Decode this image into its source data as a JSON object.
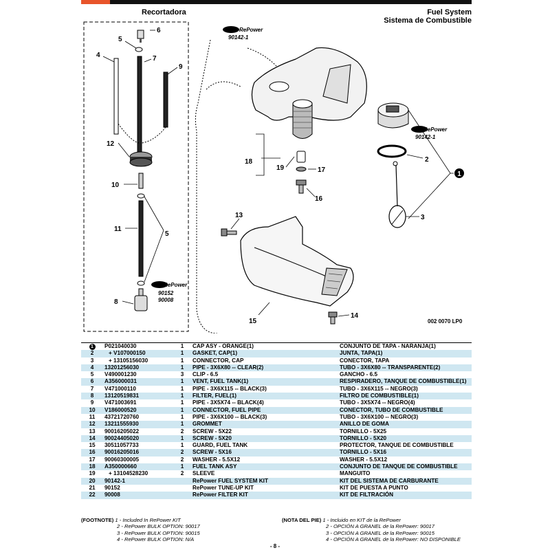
{
  "header": {
    "left_title": "Recortadora",
    "right_title_1": "Fuel System",
    "right_title_2": "Sistema de Combustible"
  },
  "diagram": {
    "callouts": [
      "6",
      "5",
      "7",
      "4",
      "9",
      "12",
      "10",
      "11",
      "5",
      "8",
      "13",
      "15",
      "14",
      "18",
      "19",
      "17",
      "16",
      "2",
      "3",
      "1"
    ],
    "repower_badges": [
      {
        "label": "RePower",
        "codes": "90142-1"
      },
      {
        "label": "RePower",
        "codes": "90142-1"
      },
      {
        "label": "RePower",
        "codes": "90152\n90008"
      }
    ],
    "figure_code": "002 0070 LP0"
  },
  "parts": [
    {
      "ref": "1",
      "circled": true,
      "part": "P021040030",
      "qty": "1",
      "en": "CAP ASY - ORANGE(1)",
      "es": "CONJUNTO DE TAPA - NARANJA(1)"
    },
    {
      "ref": "2",
      "part": "+ V107000150",
      "qty": "1",
      "en": "GASKET, CAP(1)",
      "es": "JUNTA, TAPA(1)"
    },
    {
      "ref": "3",
      "part": "+ 13105156030",
      "qty": "1",
      "en": "CONNECTOR, CAP",
      "es": "CONECTOR, TAPA"
    },
    {
      "ref": "4",
      "part": "13201256030",
      "qty": "1",
      "en": "PIPE - 3X6X80 -- CLEAR(2)",
      "es": "TUBO - 3X6X80 -- TRANSPARENTE(2)"
    },
    {
      "ref": "5",
      "part": "V490001230",
      "qty": "3",
      "en": "CLIP - 6.5",
      "es": "GANCHO - 6.5"
    },
    {
      "ref": "6",
      "part": "A356000031",
      "qty": "1",
      "en": "VENT, FUEL TANK(1)",
      "es": "RESPIRADERO, TANQUE DE COMBUSTIBLE(1)"
    },
    {
      "ref": "7",
      "part": "V471000110",
      "qty": "1",
      "en": "PIPE - 3X6X115 -- BLACK(3)",
      "es": "TUBO - 3X6X115 -- NEGRO(3)"
    },
    {
      "ref": "8",
      "part": "13120519831",
      "qty": "1",
      "en": "FILTER, FUEL(1)",
      "es": "FILTRO DE COMBUSTIBLE(1)"
    },
    {
      "ref": "9",
      "part": "V471003691",
      "qty": "1",
      "en": "PIPE - 3X5X74 -- BLACK(4)",
      "es": "TUBO - 3X5X74 -- NEGRO(4)"
    },
    {
      "ref": "10",
      "part": "V186000520",
      "qty": "1",
      "en": "CONNECTOR, FUEL PIPE",
      "es": "CONECTOR, TUBO DE COMBUSTIBLE"
    },
    {
      "ref": "11",
      "part": "43721720760",
      "qty": "1",
      "en": "PIPE - 3X6X100 -- BLACK(3)",
      "es": "TUBO - 3X6X100 -- NEGRO(3)"
    },
    {
      "ref": "12",
      "part": "13211555930",
      "qty": "1",
      "en": "GROMMET",
      "es": "ANILLO DE GOMA"
    },
    {
      "ref": "13",
      "part": "90016205022",
      "qty": "2",
      "en": "SCREW - 5X22",
      "es": "TORNILLO - 5X25"
    },
    {
      "ref": "14",
      "part": "90024405020",
      "qty": "1",
      "en": "SCREW - 5X20",
      "es": "TORNILLO - 5X20"
    },
    {
      "ref": "15",
      "part": "30511057733",
      "qty": "1",
      "en": "GUARD, FUEL TANK",
      "es": "PROTECTOR, TANQUE DE COMBUSTIBLE"
    },
    {
      "ref": "16",
      "part": "90016205016",
      "qty": "2",
      "en": "SCREW - 5X16",
      "es": "TORNILLO - 5X16"
    },
    {
      "ref": "17",
      "part": "90060300005",
      "qty": "2",
      "en": "WASHER - 5.5X12",
      "es": "WASHER - 5.5X12"
    },
    {
      "ref": "18",
      "part": "A350000660",
      "qty": "1",
      "en": "FUEL TANK ASY",
      "es": "CONJUNTO DE TANQUE DE COMBUSTIBLE"
    },
    {
      "ref": "19",
      "part": "+ 13104528230",
      "qty": "2",
      "en": "SLEEVE",
      "es": "MANGUITO"
    },
    {
      "ref": "20",
      "part": "90142-1",
      "qty": "",
      "en": "RePower FUEL SYSTEM KIT",
      "es": "KIT DEL SISTEMA DE CARBURANTE"
    },
    {
      "ref": "21",
      "part": "90152",
      "qty": "",
      "en": "RePower TUNE-UP KIT",
      "es": "KIT DE PUESTA A PUNTO"
    },
    {
      "ref": "22",
      "part": "90008",
      "qty": "",
      "en": "RePower FILTER KIT",
      "es": "KIT DE FILTRACIÓN"
    }
  ],
  "footnotes": {
    "label_en": "(FOOTNOTE)",
    "label_es": "(NOTA DEL PIE)",
    "en": [
      "1 - Included In RePower KIT",
      "2 - RePower BULK OPTION: 90017",
      "3 - RePower BULK OPTION: 90015",
      "4 - RePower BULK OPTION: N/A"
    ],
    "es": [
      "1 - Incluido en KIT de la RePower",
      "2 - OPCIÓN A GRANEL de la RePower: 90017",
      "3 - OPCIÓN A GRANEL de la RePower: 90015",
      "4 - OPCIÓN A GRANEL de la RePower: NO DISPONIBLE"
    ]
  },
  "page_number": "- 8 -"
}
